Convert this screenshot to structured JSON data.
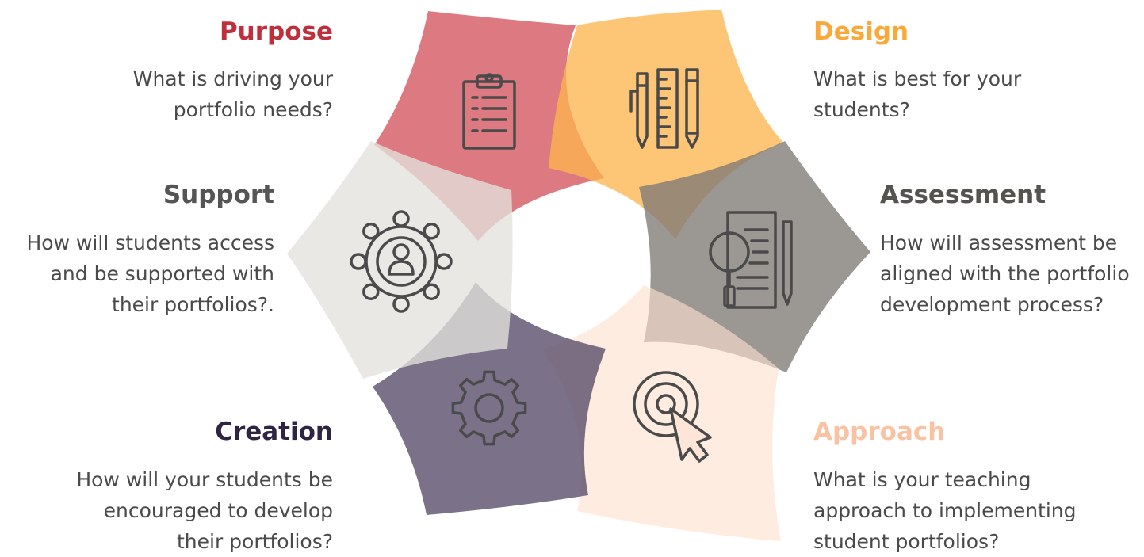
{
  "segments": [
    {
      "key": "purpose",
      "heading": "Purpose",
      "description": "What is driving your\nportfolio needs?",
      "color": "#d4535e",
      "heading_color": "#c0303c",
      "icon": "clipboard-icon"
    },
    {
      "key": "design",
      "heading": "Design",
      "description": "What is best for your\nstudents?",
      "color": "#fcb54f",
      "heading_color": "#f9a93a",
      "icon": "ruler-pencil-icon"
    },
    {
      "key": "assessment",
      "heading": "Assessment",
      "description": "How will assessment be\naligned with the portfolio\ndevelopment process?",
      "color": "#7f7a75",
      "heading_color": "#555350",
      "icon": "magnifier-document-icon"
    },
    {
      "key": "approach",
      "heading": "Approach",
      "description": "What is your teaching\napproach to implementing\nstudent portfolios?",
      "color": "#fde0cf",
      "heading_color": "#f8c2a3",
      "icon": "cursor-target-icon"
    },
    {
      "key": "creation",
      "heading": "Creation",
      "description": "How will your students be\nencouraged to develop\ntheir portfolios?",
      "color": "#564a68",
      "heading_color": "#2f2443",
      "icon": "gear-icon"
    },
    {
      "key": "support",
      "heading": "Support",
      "description": "How will students access\nand be supported with\ntheir portfolios?.",
      "color": "#e3e1dd",
      "heading_color": "#555555",
      "icon": "network-person-icon"
    }
  ]
}
